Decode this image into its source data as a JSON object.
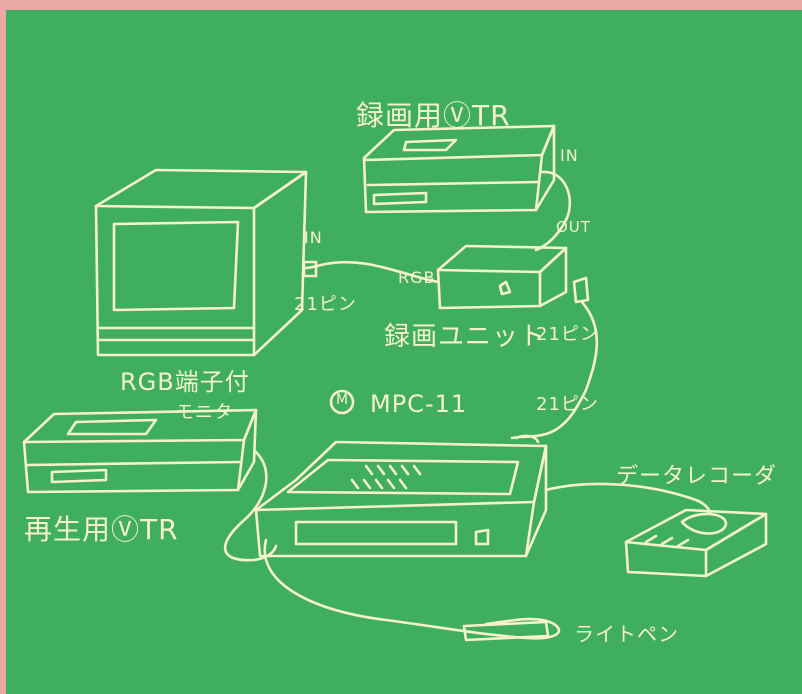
{
  "labels": {
    "recording_vtr": "録画用ⓋTR",
    "in_top": "IN",
    "out": "OUT",
    "in_monitor": "IN",
    "rgb": "RGB",
    "pin21_monitor": "21ピン",
    "recording_unit": "録画ユニット",
    "pin21_unit": "21ピン",
    "monitor_line1": "RGB端子付",
    "monitor_line2": "モニタ",
    "computer_logo": "M",
    "computer": "MPC-11",
    "pin21_computer": "21ピン",
    "data_recorder": "データレコーダ",
    "playback_vtr": "再生用ⓋTR",
    "light_pen": "ライトペン"
  }
}
